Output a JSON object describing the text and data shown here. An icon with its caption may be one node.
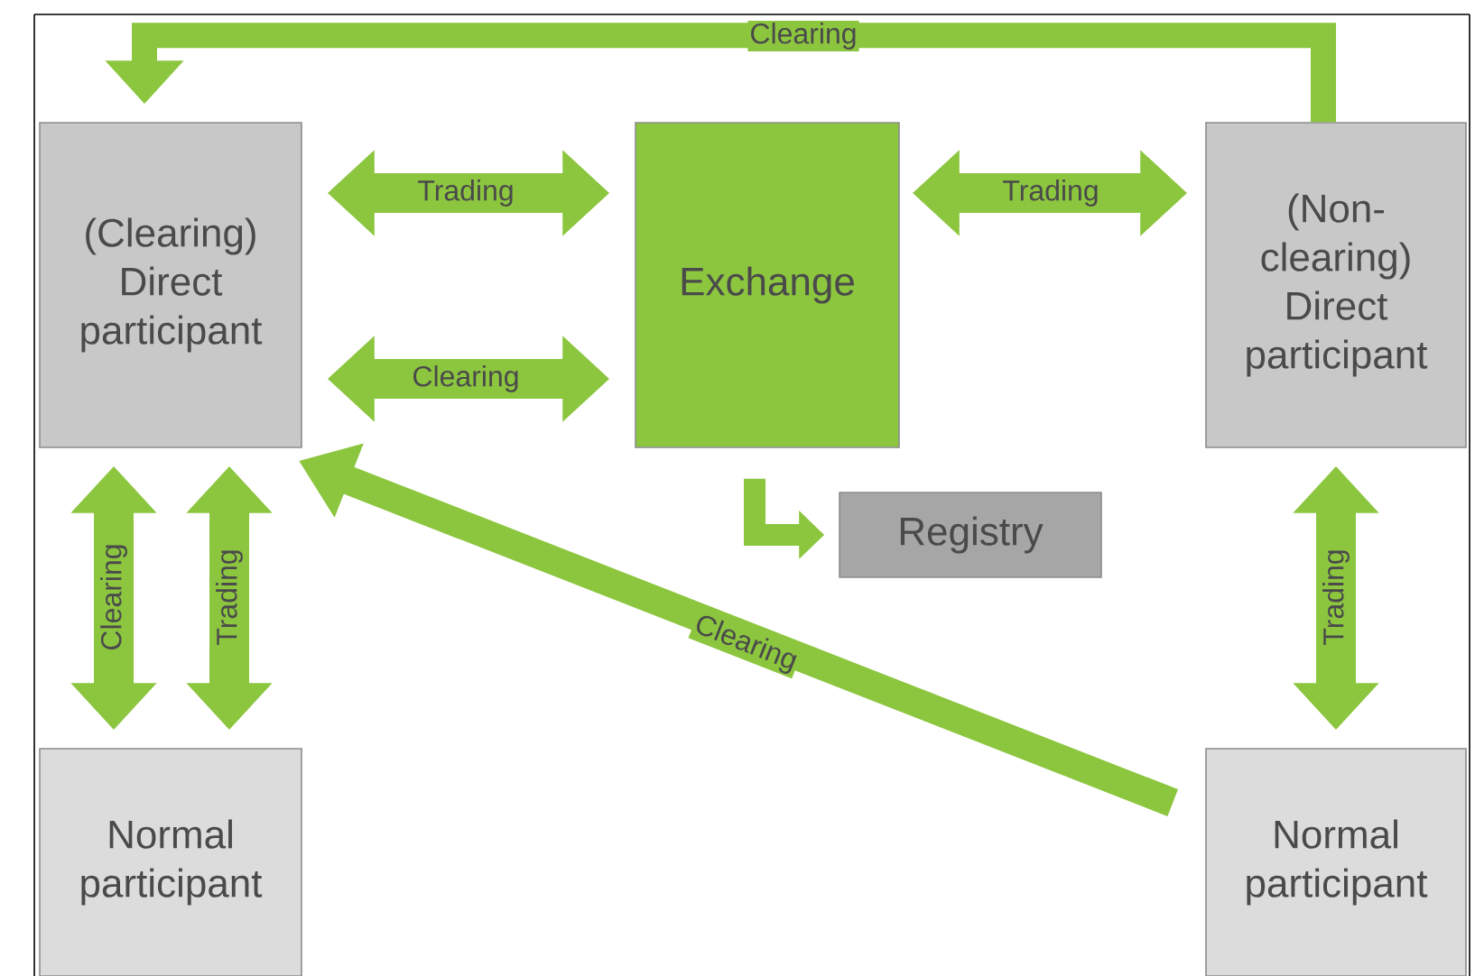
{
  "diagram": {
    "nodes": [
      {
        "text": [
          "(Clearing) Direct participant"
        ]
      },
      {
        "text": [
          "Exchange"
        ]
      },
      {
        "text": [
          "(Non-clearing) Direct participant"
        ]
      },
      {
        "text": [
          "Registry"
        ]
      },
      {
        "text": [
          "Normal participant"
        ]
      },
      {
        "text": [
          "Normal participant"
        ]
      }
    ],
    "edges": [
      {
        "from": 2,
        "to": 0,
        "arrow": "to",
        "label": "Clearing"
      },
      {
        "from": 0,
        "to": 1,
        "arrow": "both",
        "label": "Trading"
      },
      {
        "from": 0,
        "to": 1,
        "arrow": "both",
        "label": "Clearing"
      },
      {
        "from": 1,
        "to": 2,
        "arrow": "both",
        "label": "Trading"
      },
      {
        "from": 1,
        "to": 3,
        "arrow": "to"
      },
      {
        "from": 0,
        "to": 4,
        "arrow": "both",
        "label": "Clearing"
      },
      {
        "from": 0,
        "to": 4,
        "arrow": "both",
        "label": "Trading"
      },
      {
        "from": 5,
        "to": 0,
        "arrow": "to",
        "label": "Clearing"
      },
      {
        "from": 2,
        "to": 5,
        "arrow": "both",
        "label": "Trading"
      }
    ]
  }
}
